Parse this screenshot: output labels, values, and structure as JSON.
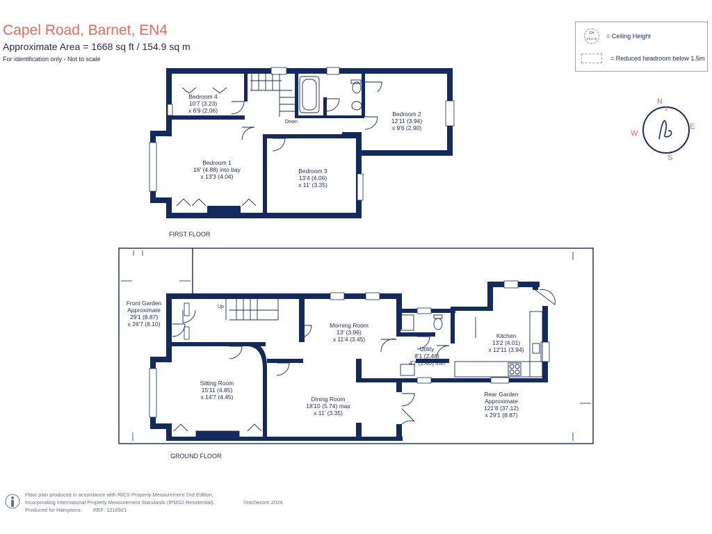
{
  "header": {
    "title": "Capel Road, Barnet, EN4",
    "area": "Approximate Area = 1668 sq ft / 154.9 sq m",
    "disclaimer": "For identification only - Not to scale"
  },
  "legend": {
    "ceiling_icon_top": "CH",
    "ceiling_icon_bottom": "8'5 (2.6)",
    "ceiling_label": "= Ceiling Height",
    "reduced_label": "= Reduced headroom below 1.5m"
  },
  "compass": {
    "n": "N",
    "e": "E",
    "s": "S",
    "w": "W"
  },
  "first_floor": {
    "label": "FIRST FLOOR",
    "stairs_label": "Down",
    "rooms": [
      {
        "name": "Bedroom 4",
        "dim1": "10'7 (3.23)",
        "dim2": "x 6'9 (2.06)"
      },
      {
        "name": "Bedroom 2",
        "dim1": "12'11 (3.94)",
        "dim2": "x 9'6 (2.90)"
      },
      {
        "name": "Bedroom 1",
        "dim1": "16' (4.88) into bay",
        "dim2": "x 13'3 (4.04)"
      },
      {
        "name": "Bedroom 3",
        "dim1": "13'4 (4.06)",
        "dim2": "x 11' (3.35)"
      }
    ]
  },
  "ground_floor": {
    "label": "GROUND FLOOR",
    "stairs_label": "Up",
    "rooms": [
      {
        "name": "Front Garden",
        "dim0": "Approximate",
        "dim1": "29'1 (8.87)",
        "dim2": "x 26'7 (8.10)"
      },
      {
        "name": "Morning Room",
        "dim1": "13' (3.96)",
        "dim2": "x 11'4 (3.45)"
      },
      {
        "name": "Kitchen",
        "dim1": "13'2 (4.01)",
        "dim2": "x 12'11 (3.94)"
      },
      {
        "name": "Utility",
        "dim1": "8'1 (2.46)",
        "dim2": "4'7 (1.40) min"
      },
      {
        "name": "Sitting Room",
        "dim1": "15'11 (4.85)",
        "dim2": "x 14'7 (4.45)"
      },
      {
        "name": "Dining Room",
        "dim1": "18'10 (5.74) max",
        "dim2": "x 11' (3.35)"
      },
      {
        "name": "Rear Garden",
        "dim0": "Approximate",
        "dim1": "121'8 (37.12)",
        "dim2": "x 29'1 (8.87)"
      }
    ]
  },
  "footer": {
    "line1": "Floor plan produced in accordance with RICS Property Measurement 2nd Edition,",
    "line2": "Incorporating International Property Measurement Standards (IPMS2 Residential).",
    "brand": "©nichecom 2024.",
    "line3": "Produced for Hamptons.",
    "ref": "REF: 1216921"
  },
  "colors": {
    "wall": "#132a5e",
    "accent": "#e86a5f",
    "text": "#1f2a56"
  }
}
